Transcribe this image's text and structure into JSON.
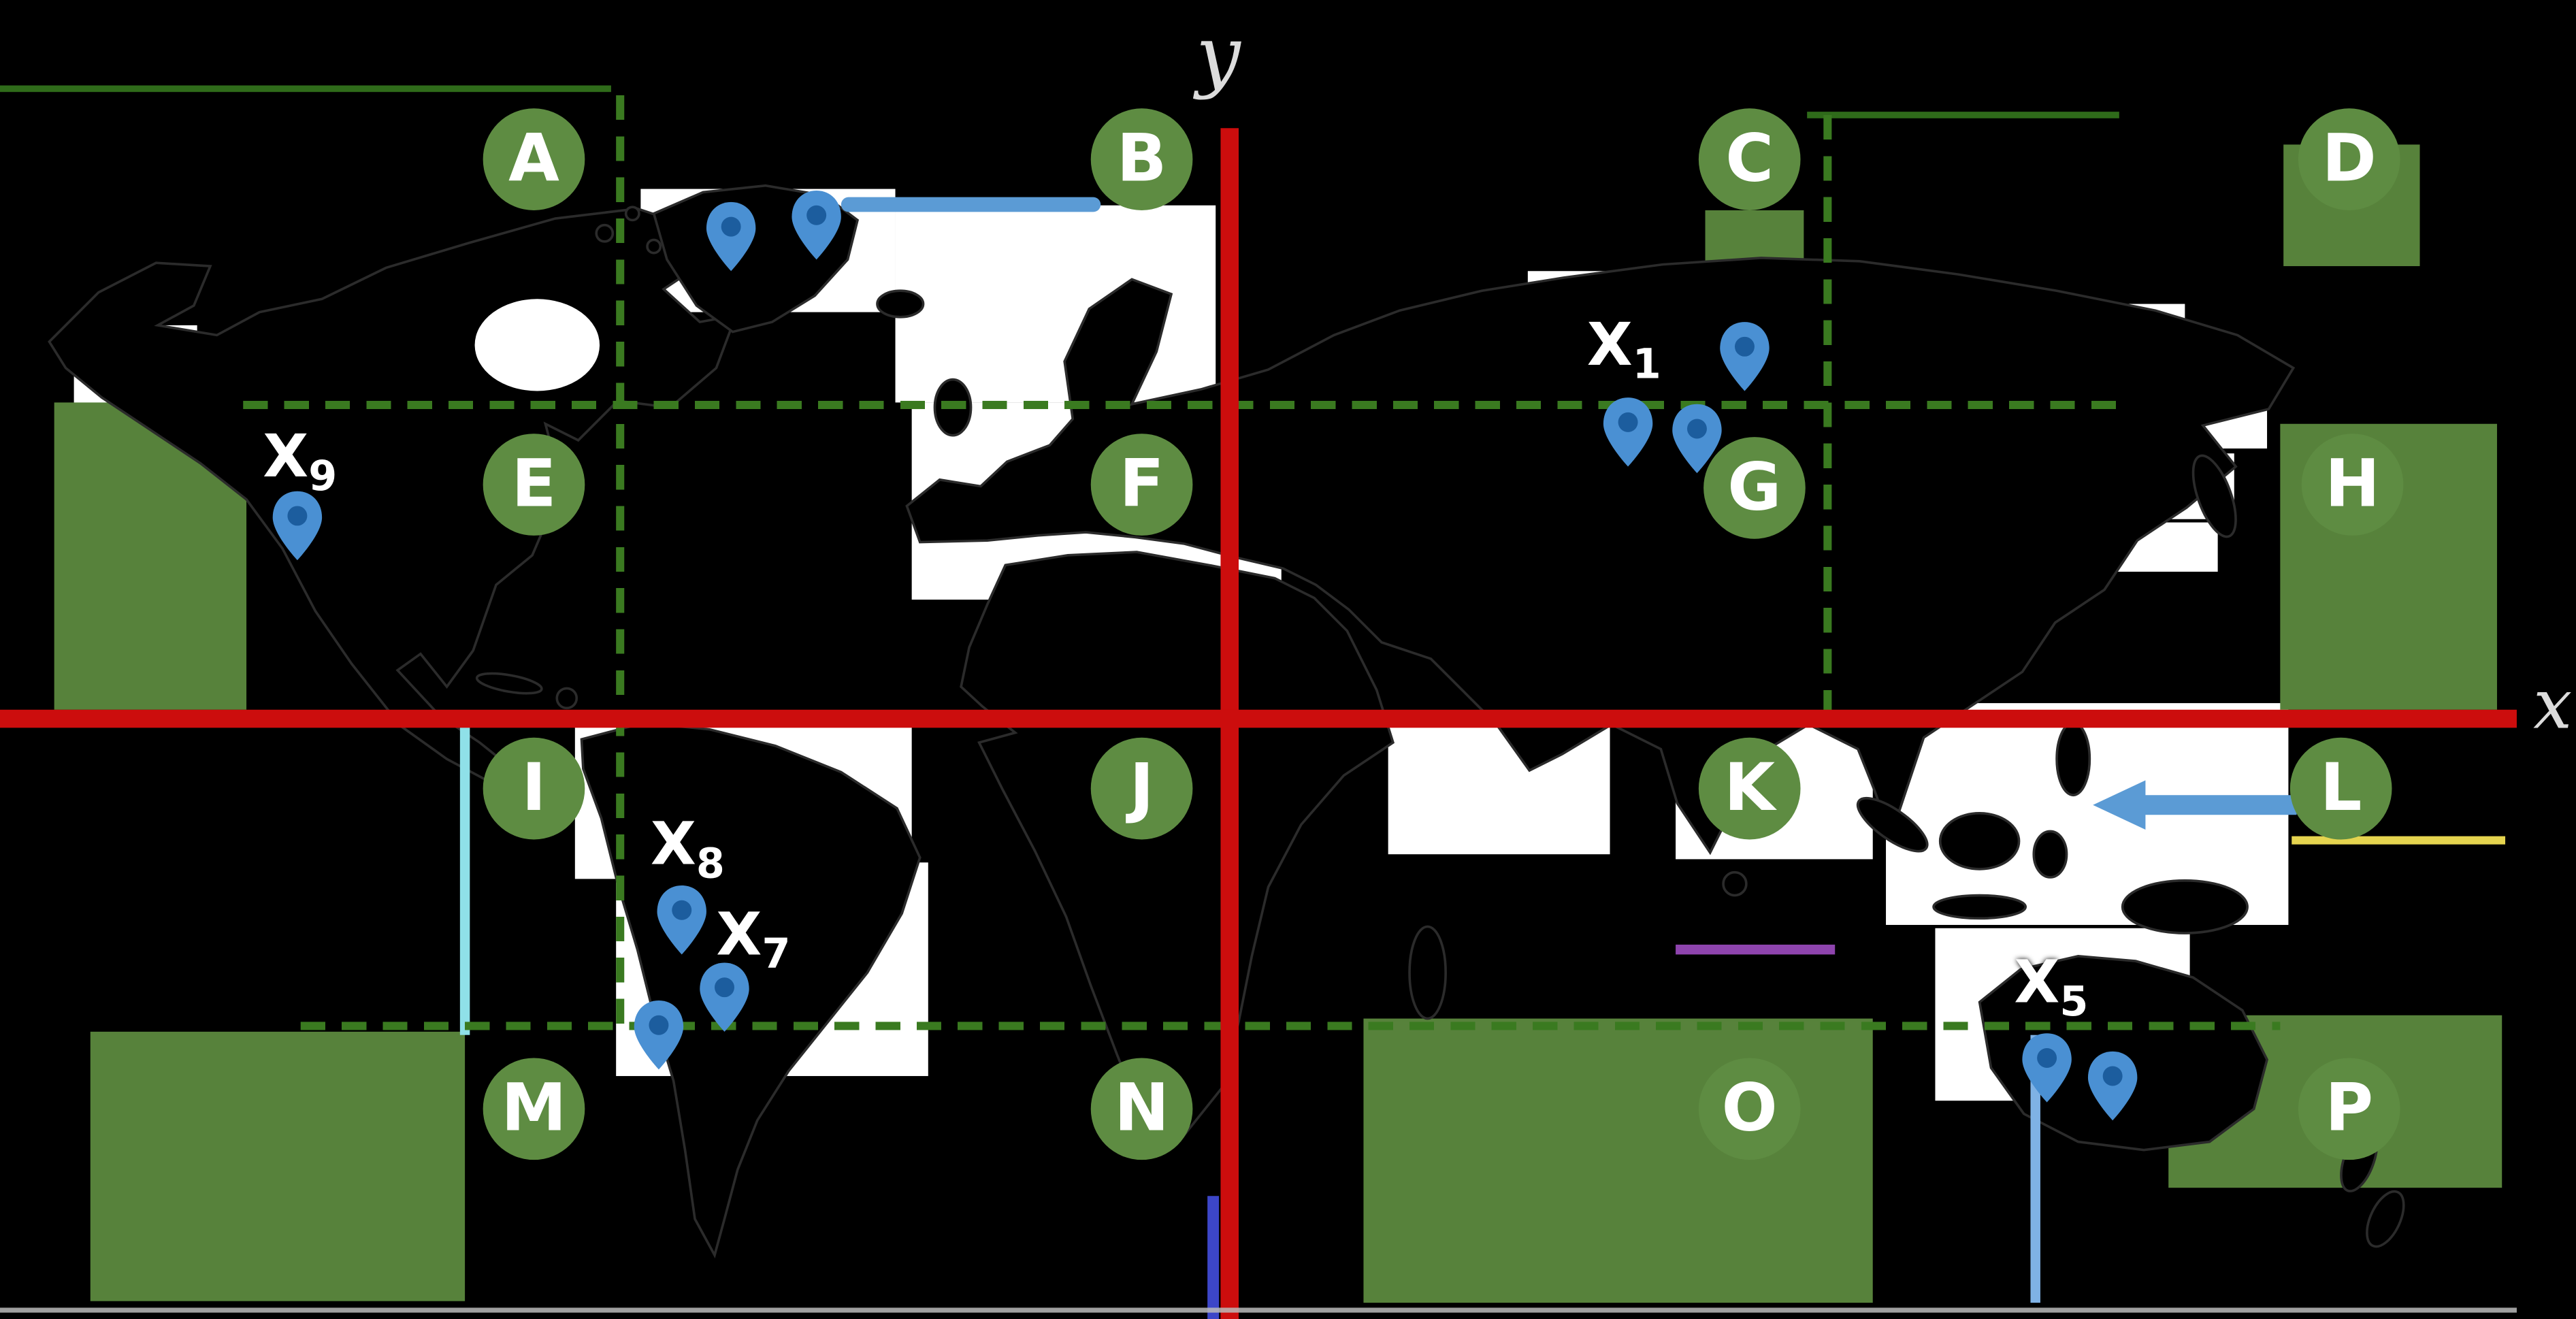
{
  "figure": {
    "x_axis_label": "x",
    "y_axis_label": "y"
  },
  "region_markers": [
    {
      "label": "A"
    },
    {
      "label": "B"
    },
    {
      "label": "C"
    },
    {
      "label": "D"
    },
    {
      "label": "E"
    },
    {
      "label": "F"
    },
    {
      "label": "G"
    },
    {
      "label": "H"
    },
    {
      "label": "I"
    },
    {
      "label": "J"
    },
    {
      "label": "K"
    },
    {
      "label": "L"
    },
    {
      "label": "M"
    },
    {
      "label": "N"
    },
    {
      "label": "O"
    },
    {
      "label": "P"
    }
  ],
  "point_labels": [
    {
      "base": "X",
      "sub": "1"
    },
    {
      "base": "X",
      "sub": "5"
    },
    {
      "base": "X",
      "sub": "7"
    },
    {
      "base": "X",
      "sub": "8"
    },
    {
      "base": "X",
      "sub": "9"
    }
  ],
  "icons": {
    "location_pin": "map-pin",
    "arrow_left": "left-arrow"
  },
  "colors": {
    "background": "#000000",
    "axis_red": "#cc0d0d",
    "grid_green_dashed": "#3a7a20",
    "grid_green_solid": "#2f6b1a",
    "marker_green": "#5e8c42",
    "region_green": "#57823b",
    "pin_blue": "#4a90d3",
    "pin_inner_blue": "#1c5d9e",
    "connector_blue": "#5b9bd5",
    "cyan_segment": "#8fe0e8",
    "indigo_segment": "#3c46c8",
    "lightblue_segment": "#7fb2e5",
    "yellow_segment": "#e5d44f",
    "purple_segment": "#8e44ad",
    "land_black": "#000000",
    "ocean_patch_white": "#ffffff",
    "label_white": "#ffffff"
  }
}
